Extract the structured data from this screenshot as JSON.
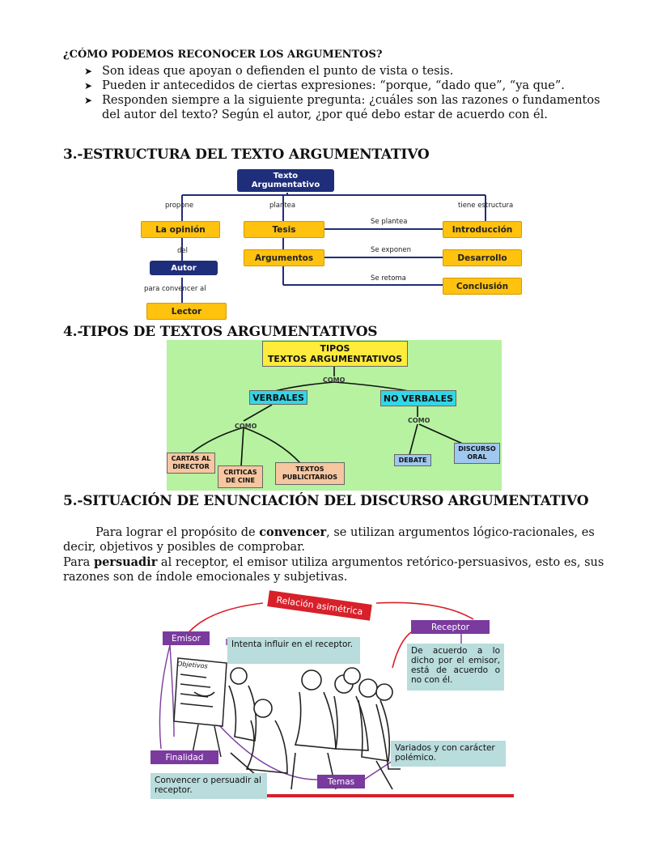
{
  "section1": {
    "title": "¿CÓMO PODEMOS RECONOCER LOS ARGUMENTOS?",
    "bullets": [
      "Son ideas que apoyan o defienden el punto de vista o tesis.",
      "Pueden ir antecedidos de ciertas expresiones: “porque, “dado que”, “ya que”.",
      "Responden siempre a la siguiente pregunta: ¿cuáles son las razones o fundamentos del autor del texto? Según el autor, ¿por qué debo estar de acuerdo con él."
    ]
  },
  "section3": {
    "title": "3.-ESTRUCTURA DEL TEXTO ARGUMENTATIVO",
    "diagram": {
      "root": "Texto\nArgumentativo",
      "edge_propone": "propone",
      "edge_plantea": "plantea",
      "edge_estructura": "tiene estructura",
      "opinion": "La opinión",
      "edge_del": "del",
      "autor": "Autor",
      "edge_convencer": "para convencer al",
      "lector": "Lector",
      "tesis": "Tesis",
      "argumentos": "Argumentos",
      "se_plantea": "Se plantea",
      "se_exponen": "Se exponen",
      "se_retoma": "Se retoma",
      "introduccion": "Introducción",
      "desarrollo": "Desarrollo",
      "conclusion": "Conclusión"
    }
  },
  "section4": {
    "title": "4.-TIPOS DE TEXTOS ARGUMENTATIVOS",
    "diagram": {
      "root_line1": "TIPOS",
      "root_line2": "TEXTOS ARGUMENTATIVOS",
      "como1": "COMO",
      "verbales": "VERBALES",
      "no_verbales": "NO VERBALES",
      "como2": "COMO",
      "como3": "COMO",
      "cartas": "CARTAS AL\nDIRECTOR",
      "criticas": "CRITICAS\nDE CINE",
      "textos_pub": "TEXTOS\nPUBLICITARIOS",
      "debate": "DEBATE",
      "discurso": "DISCURSO\nORAL"
    }
  },
  "section5": {
    "title": "5.-SITUACIÓN DE ENUNCIACIÓN DEL DISCURSO ARGUMENTATIVO",
    "p1_before": "Para lograr el propósito de ",
    "p1_bold": "convencer",
    "p1_after": ", se utilizan argumentos lógico-racionales, es decir, objetivos y posibles de comprobar.",
    "p2_before": "Para ",
    "p2_bold": "persuadir",
    "p2_after": " al receptor, el emisor utiliza argumentos retórico-persuasivos, esto es, sus razones son de índole emocionales y subjetivas."
  },
  "illustration": {
    "relacion": "Relación asimétrica",
    "emisor": "Emisor",
    "intenta": "Intenta influir en el receptor.",
    "receptor": "Receptor",
    "acuerdo": "De acuerdo a lo dicho por el emisor, está de acuerdo o no con él.",
    "objetivos": "Objetivos",
    "finalidad": "Finalidad",
    "convencer": "Convencer o persuadir al receptor.",
    "temas": "Temas",
    "variados": "Variados y con carácter polémico."
  },
  "colors": {
    "yellow": "#ffc20e",
    "navy": "#1f2e7a",
    "green_bg": "#b6f2a0",
    "purple": "#7a3a9e",
    "teal": "#b9dcdc",
    "red": "#d8202a"
  }
}
